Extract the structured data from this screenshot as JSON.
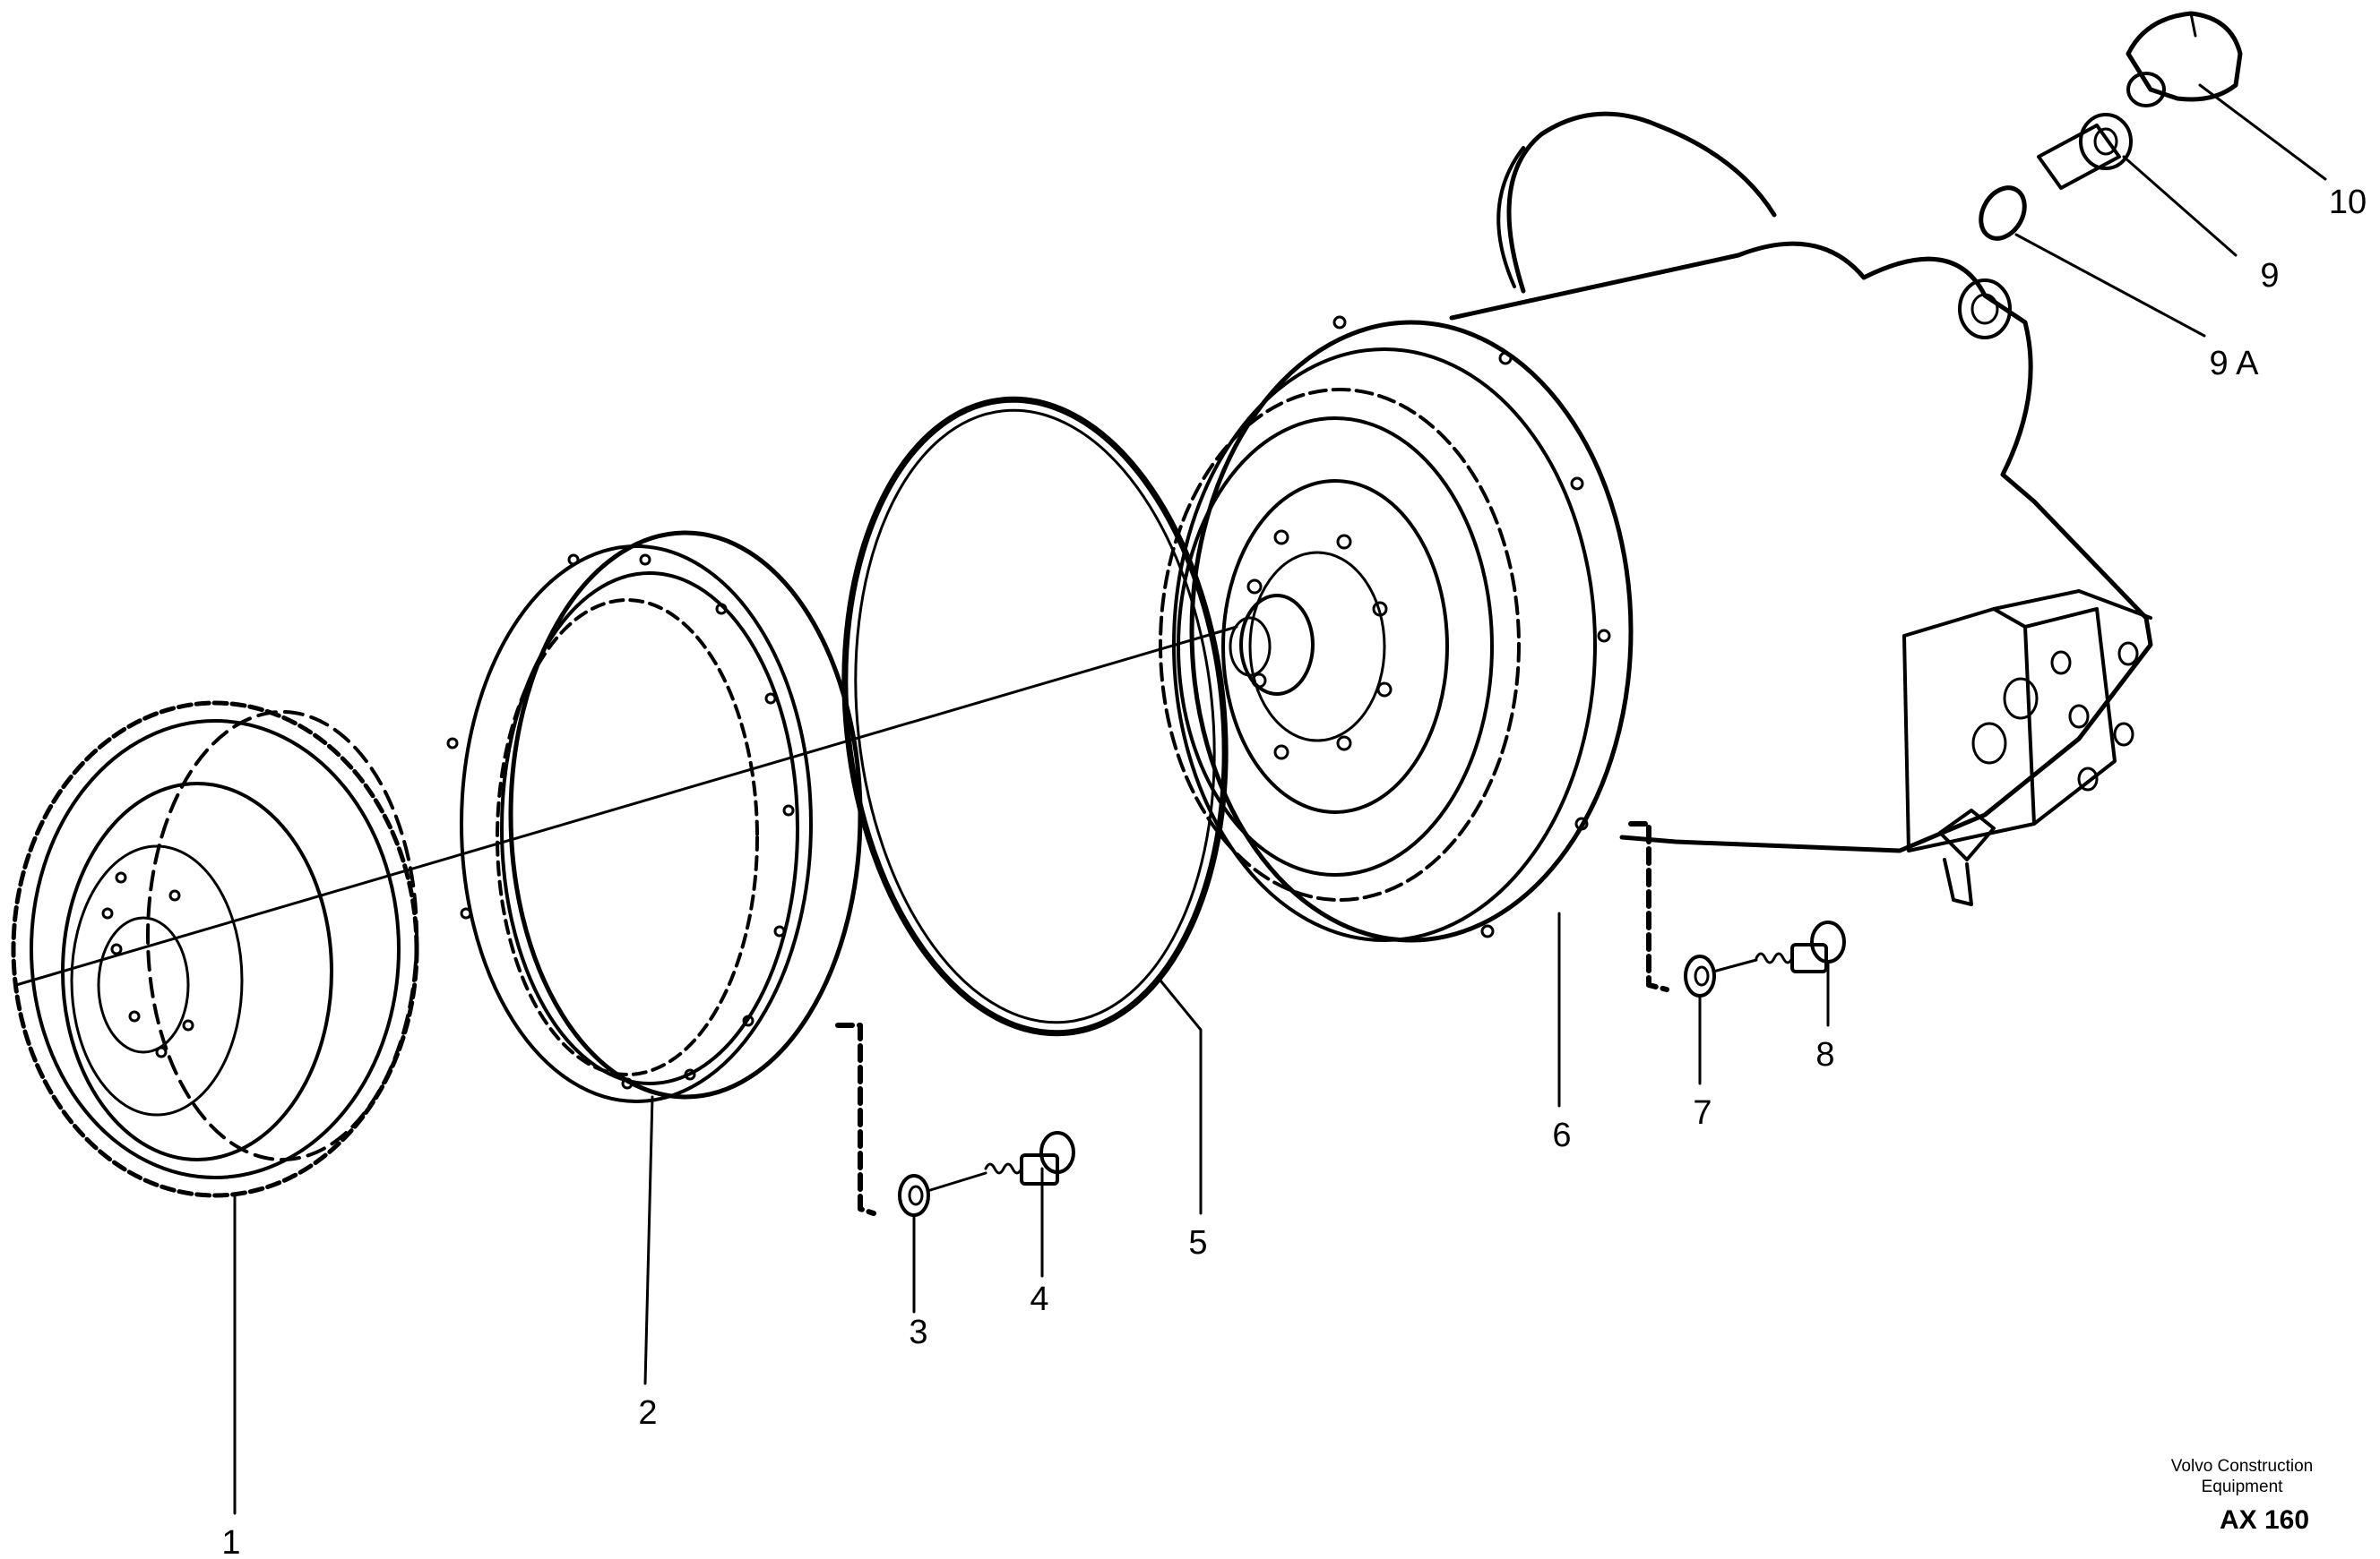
{
  "callouts": [
    {
      "id": "1",
      "label": "1"
    },
    {
      "id": "2",
      "label": "2"
    },
    {
      "id": "3",
      "label": "3"
    },
    {
      "id": "4",
      "label": "4"
    },
    {
      "id": "5",
      "label": "5"
    },
    {
      "id": "6",
      "label": "6"
    },
    {
      "id": "7",
      "label": "7"
    },
    {
      "id": "8",
      "label": "8"
    },
    {
      "id": "9",
      "label": "9"
    },
    {
      "id": "9a",
      "label": "9 A"
    },
    {
      "id": "10",
      "label": "10"
    }
  ],
  "footer": {
    "company_line1": "Volvo Construction",
    "company_line2": "Equipment",
    "drawing_code": "AX 160"
  }
}
